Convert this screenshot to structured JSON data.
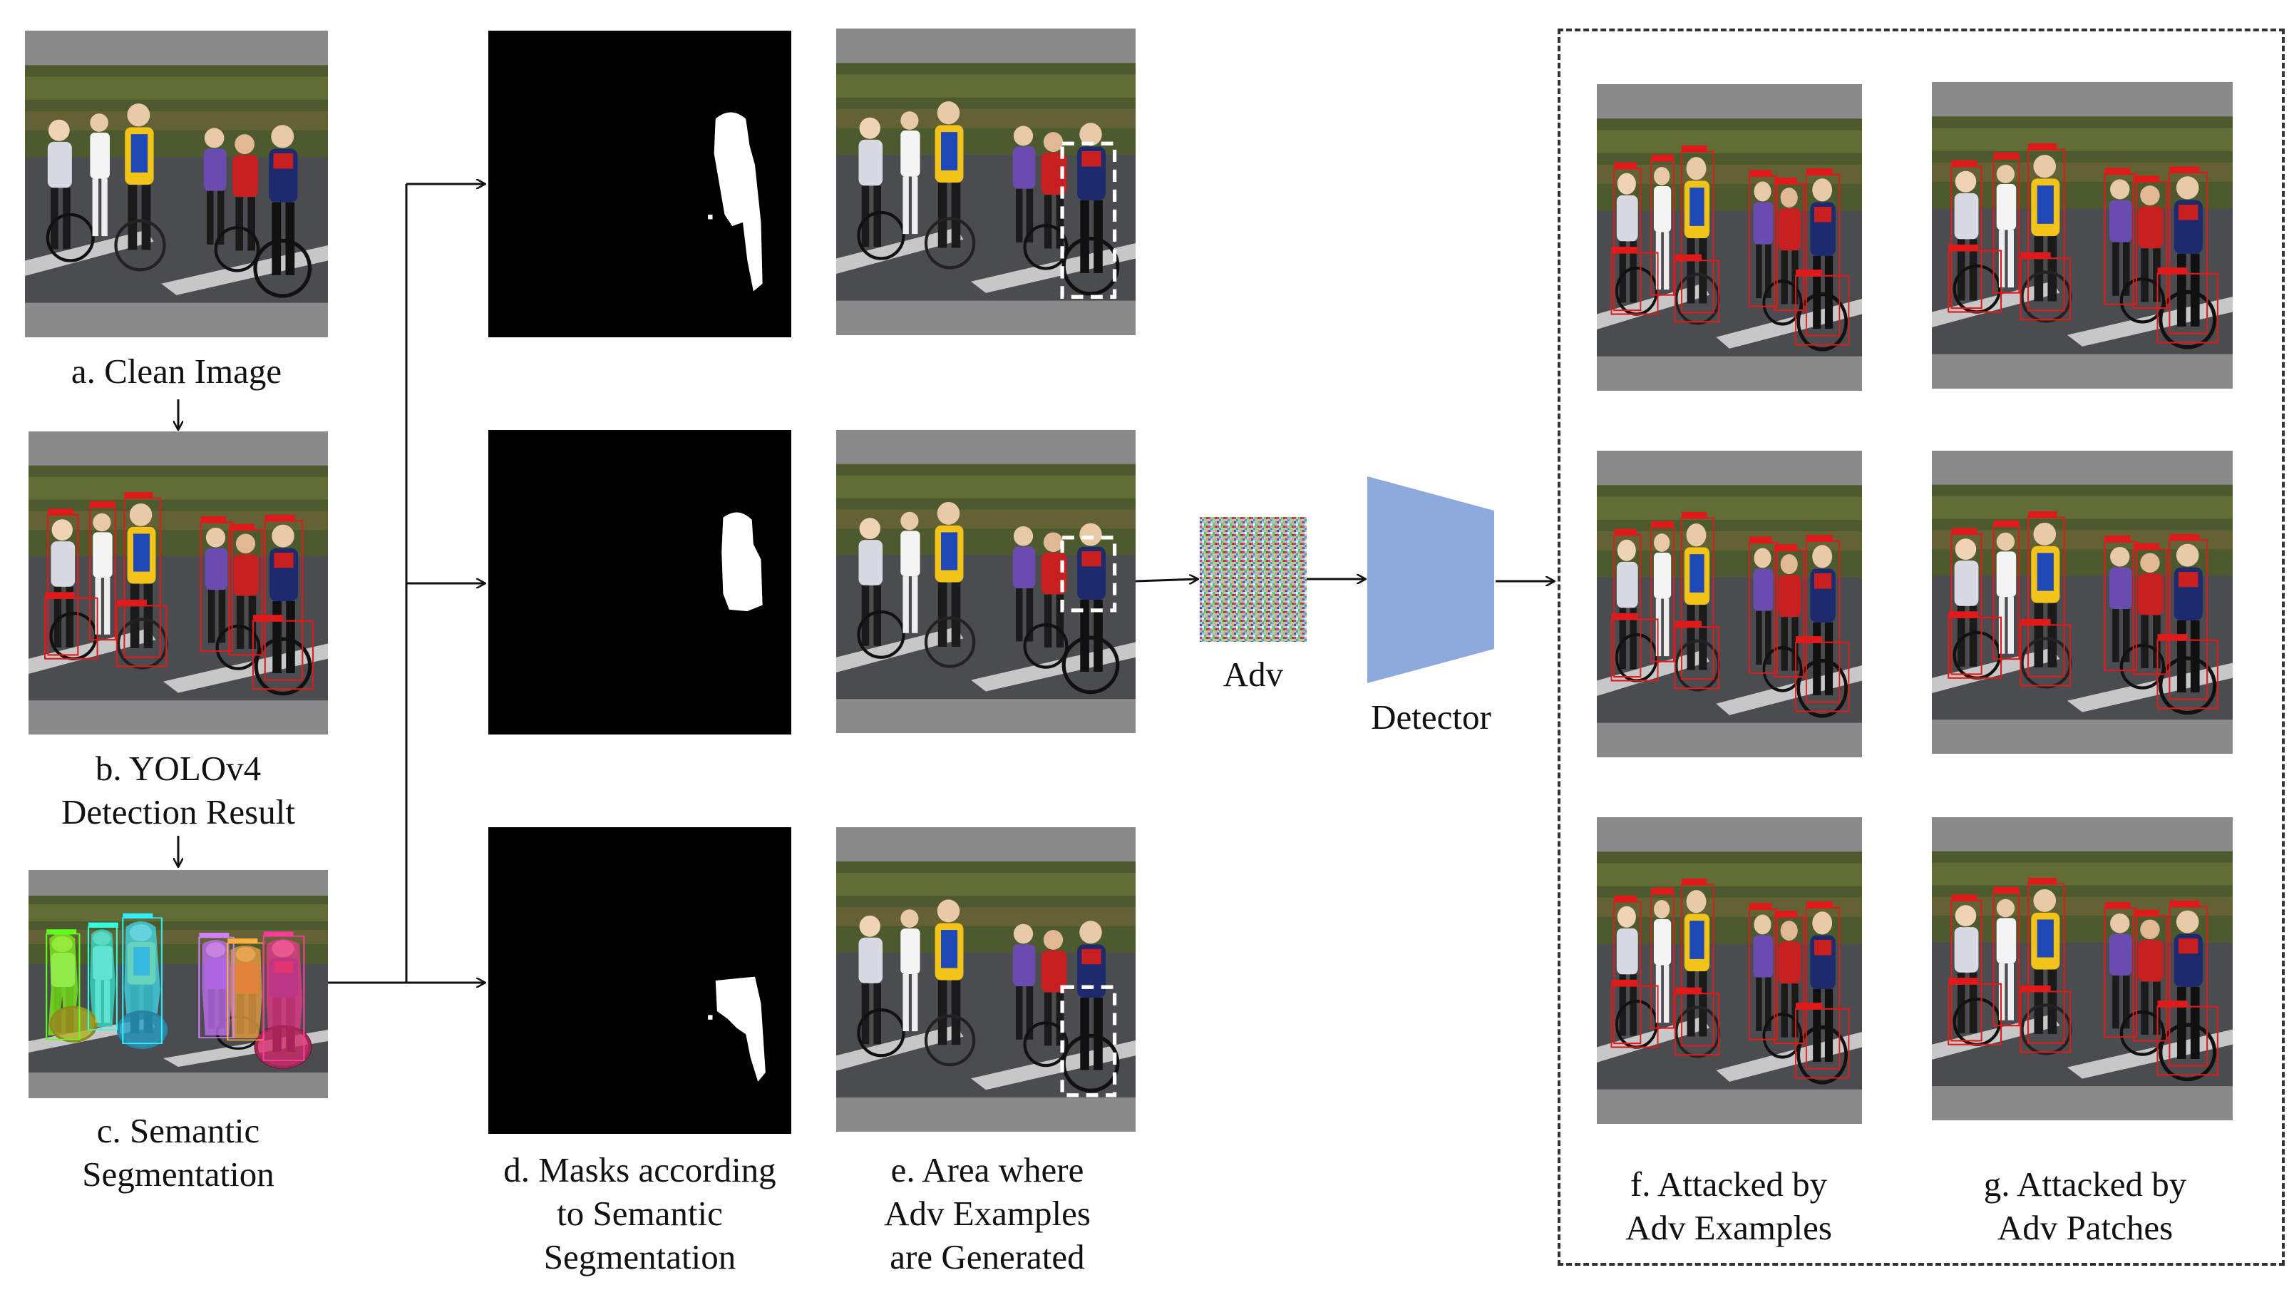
{
  "captions": {
    "a": "a. Clean Image",
    "b_line1": "b. YOLOv4",
    "b_line2": "Detection Result",
    "c_line1": "c. Semantic",
    "c_line2": "Segmentation",
    "d_line1": "d. Masks according",
    "d_line2": "to Semantic",
    "d_line3": "Segmentation",
    "e_line1": "e. Area where",
    "e_line2": "Adv Examples",
    "e_line3": "are Generated",
    "f_line1": "f. Attacked by",
    "f_line2": "Adv Examples",
    "g_line1": "g. Attacked by",
    "g_line2": "Adv Patches"
  },
  "nodes": {
    "adv": "Adv",
    "detector": "Detector"
  },
  "colors": {
    "detector_fill": "#8ea9db",
    "detection_box": "#e01a1a",
    "mask_bg": "#000000",
    "mask_fg": "#ffffff"
  }
}
